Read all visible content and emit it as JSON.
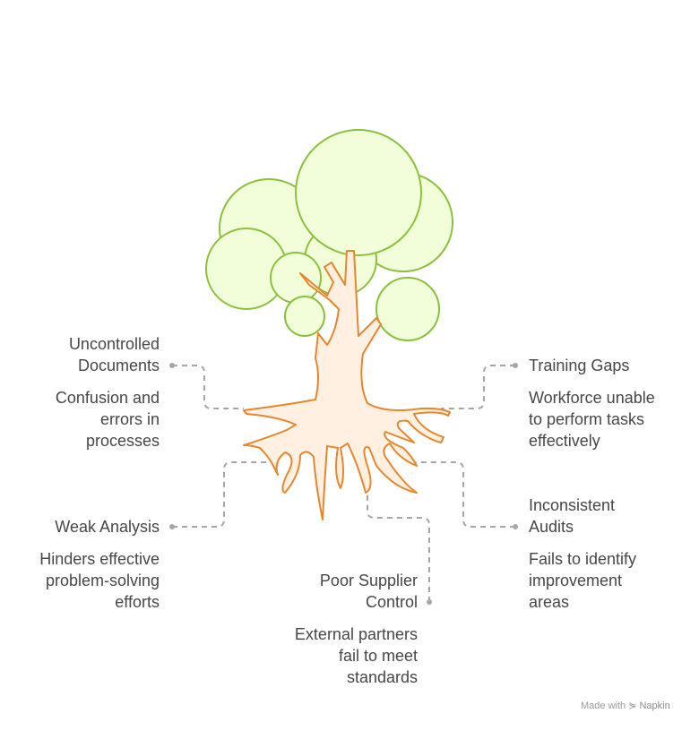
{
  "items": [
    {
      "title": "Uncontrolled\nDocuments",
      "desc": "Confusion and\nerrors in\nprocesses"
    },
    {
      "title": "Weak Analysis",
      "desc": "Hinders effective\nproblem-solving\nefforts"
    },
    {
      "title": "Poor Supplier\nControl",
      "desc": "External partners\nfail to meet\nstandards"
    },
    {
      "title": "Training Gaps",
      "desc": "Workforce unable\nto perform tasks\neffectively"
    },
    {
      "title": "Inconsistent\nAudits",
      "desc": "Fails to identify\nimprovement\nareas"
    }
  ],
  "watermark": {
    "prefix": "Made with",
    "brand": "Napkin"
  },
  "colors": {
    "leaf_fill": "#F2FDDA",
    "leaf_stroke": "#8DC03C",
    "trunk_fill": "#FFF0E2",
    "trunk_stroke": "#E8862E",
    "connector": "#A6A6A6",
    "text": "#474747"
  }
}
